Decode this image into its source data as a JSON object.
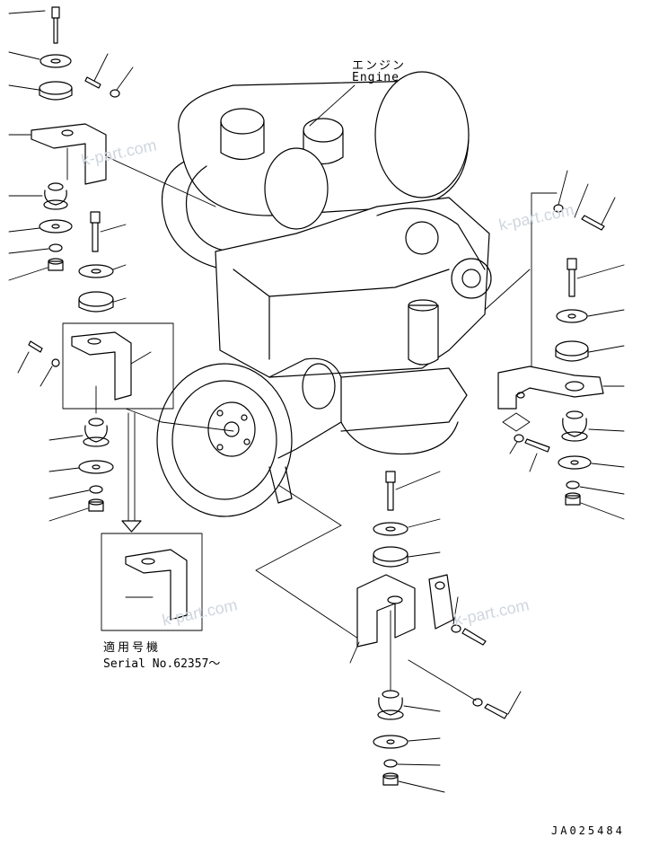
{
  "labels": {
    "engine_jp": "エンジン",
    "engine_en": "Engine",
    "serial_jp": "適用号機",
    "serial_en": "Serial No.62357～",
    "figure_id": "JA025484"
  },
  "watermark": "k-part.com",
  "colors": {
    "line": "#000000",
    "background": "#ffffff",
    "watermark": "#cfd6de"
  }
}
